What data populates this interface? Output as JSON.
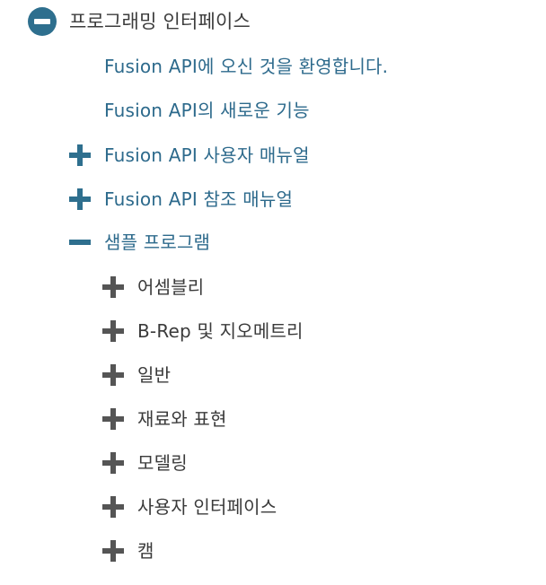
{
  "tree": {
    "root": {
      "label": "프로그래밍 인터페이스",
      "icon": "circle-minus-icon",
      "expanded": true
    },
    "items": [
      {
        "label": "Fusion API에 오신 것을 환영합니다.",
        "icon": "",
        "expanded": null
      },
      {
        "label": "Fusion API의 새로운 기능",
        "icon": "",
        "expanded": null
      },
      {
        "label": "Fusion API 사용자 매뉴얼",
        "icon": "plus-icon",
        "expanded": false
      },
      {
        "label": "Fusion API 참조 매뉴얼",
        "icon": "plus-icon",
        "expanded": false
      },
      {
        "label": "샘플 프로그램",
        "icon": "minus-icon",
        "expanded": true
      }
    ],
    "sample_children": [
      {
        "label": "어셈블리",
        "icon": "plus-icon"
      },
      {
        "label": "B-Rep 및 지오메트리",
        "icon": "plus-icon"
      },
      {
        "label": "일반",
        "icon": "plus-icon"
      },
      {
        "label": "재료와 표현",
        "icon": "plus-icon"
      },
      {
        "label": "모델링",
        "icon": "plus-icon"
      },
      {
        "label": "사용자 인터페이스",
        "icon": "plus-icon"
      },
      {
        "label": "캠",
        "icon": "plus-icon"
      }
    ]
  },
  "colors": {
    "accent": "#2e6f8e",
    "link_text": "#2d6a8c",
    "dark_text": "#3a3a3a",
    "gray_icon": "#555555"
  }
}
